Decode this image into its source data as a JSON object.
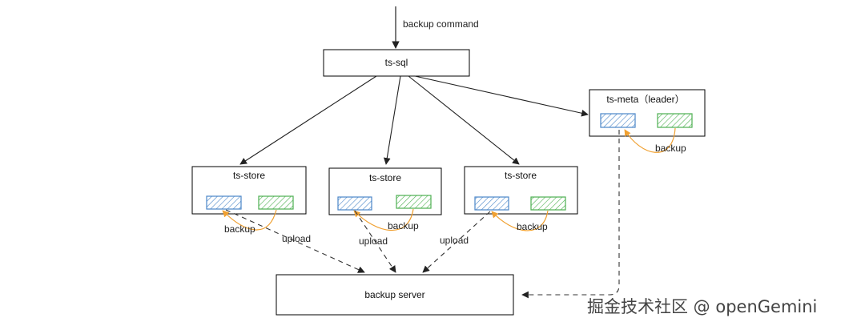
{
  "labels": {
    "backup_command": "backup command",
    "ts_sql": "ts-sql",
    "ts_meta": "ts-meta（leader）",
    "ts_store": "ts-store",
    "backup": "backup",
    "upload": "upload",
    "backup_server": "backup server",
    "watermark": "掘金技术社区 @ openGemini"
  },
  "colors": {
    "line": "#222222",
    "orange": "#f0a030",
    "blue": "#4a86c8",
    "green": "#4caf50"
  }
}
